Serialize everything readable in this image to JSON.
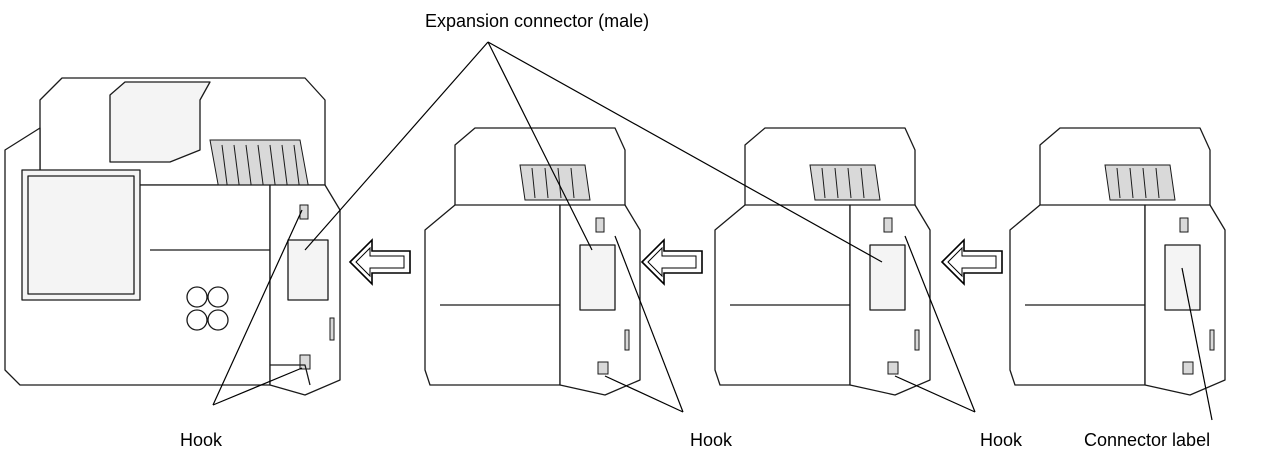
{
  "labels": {
    "expansion_connector": "Expansion connector (male)",
    "hook_1": "Hook",
    "hook_2": "Hook",
    "hook_3": "Hook",
    "connector_label": "Connector label"
  },
  "modules": [
    {
      "name": "main-unit"
    },
    {
      "name": "expansion-module-1"
    },
    {
      "name": "expansion-module-2"
    },
    {
      "name": "expansion-module-3"
    }
  ]
}
